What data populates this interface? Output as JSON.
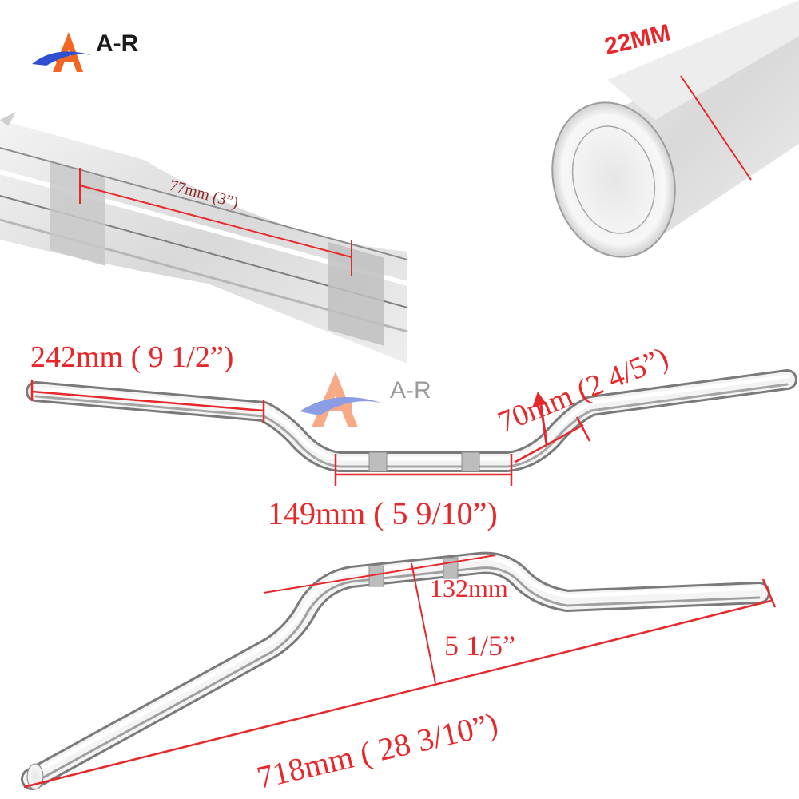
{
  "brand": {
    "text": "A-R",
    "watermark_text": "A-R",
    "colors": {
      "orange": "#f26522",
      "blue": "#2e4fd1"
    }
  },
  "insets": {
    "clamp_width": {
      "label": "77mm (3”)"
    },
    "bar_diameter": {
      "label": "22MM"
    }
  },
  "front_view": {
    "end_section": {
      "label": "242mm ( 9 1/2”)"
    },
    "rise": {
      "label": "70mm (2 4/5”)"
    },
    "center_section": {
      "label": "149mm ( 5 9/10”)"
    }
  },
  "angled_view": {
    "height": {
      "label_mm": "132mm",
      "label_in": "5 1/5”"
    },
    "total_width": {
      "label": "718mm ( 28 3/10”)"
    }
  },
  "colors": {
    "annotation": "#e8272a",
    "chrome_light": "#f4f4f4",
    "chrome_dark": "#8a8a8a"
  }
}
